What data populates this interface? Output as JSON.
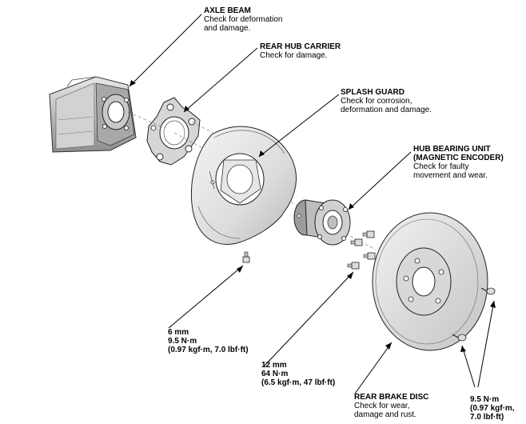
{
  "labels": {
    "axle_beam": {
      "title": "AXLE BEAM",
      "desc": [
        "Check for deformation",
        "and damage."
      ]
    },
    "hub_carrier": {
      "title": "REAR HUB CARRIER",
      "desc": [
        "Check for damage."
      ]
    },
    "splash_guard": {
      "title": "SPLASH GUARD",
      "desc": [
        "Check for corrosion,",
        "deformation and damage."
      ]
    },
    "hub_bearing": {
      "title": [
        "HUB BEARING UNIT",
        "(MAGNETIC ENCODER)"
      ],
      "desc": [
        "Check for faulty",
        "movement and wear."
      ]
    },
    "brake_disc": {
      "title": "REAR BRAKE DISC",
      "desc": [
        "Check for wear,",
        "damage and rust."
      ]
    }
  },
  "specs": {
    "bolt_6mm": [
      "6 mm",
      "9.5 N·m",
      "(0.97 kgf·m, 7.0 lbf·ft)"
    ],
    "bolt_12mm": [
      "12 mm",
      "64 N·m",
      "(6.5 kgf·m, 47 lbf·ft)"
    ],
    "disc_screw": [
      "9.5 N·m",
      "(0.97 kgf·m,",
      "7.0 lbf·ft)"
    ]
  }
}
